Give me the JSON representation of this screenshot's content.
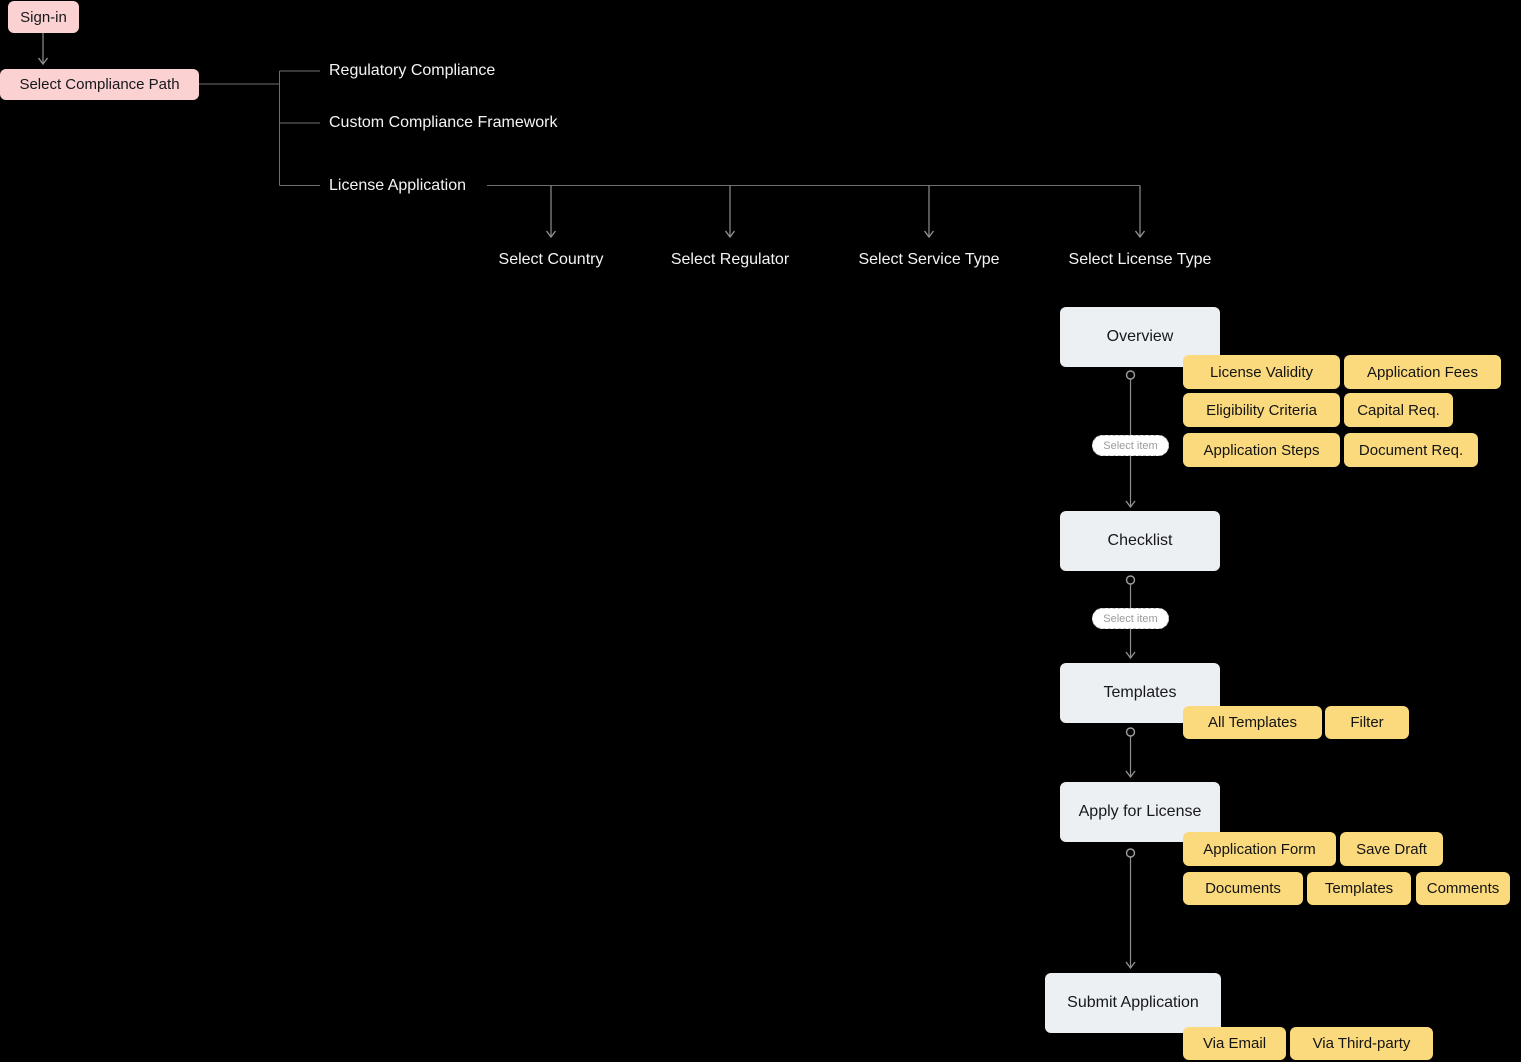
{
  "colors": {
    "background": "#000000",
    "pink_node": "#fbd1d2",
    "stage_node": "#edf0f3",
    "feature_chip": "#fada7d",
    "edge_line": "#8f8f8f",
    "bracket_line": "#6f6f6f",
    "label_text": "#f4f4f4",
    "node_text": "#16181c"
  },
  "nodes": {
    "signin": "Sign-in",
    "compliance_path": "Select Compliance Path"
  },
  "branches": [
    "Regulatory Compliance",
    "Custom Compliance Framework",
    "License Application"
  ],
  "selectors": [
    "Select Country",
    "Select Regulator",
    "Select Service Type",
    "Select License Type"
  ],
  "stages": [
    "Overview",
    "Checklist",
    "Templates",
    "Apply for License",
    "Submit Application"
  ],
  "pills": [
    "Select item",
    "Select item"
  ],
  "features": {
    "overview": [
      "License Validity",
      "Application Fees",
      "Eligibility Criteria",
      "Capital Req.",
      "Application Steps",
      "Document Req."
    ],
    "templates": [
      "All Templates",
      "Filter"
    ],
    "apply": [
      "Application Form",
      "Save Draft",
      "Documents",
      "Templates",
      "Comments"
    ],
    "submit": [
      "Via Email",
      "Via Third-party"
    ]
  }
}
